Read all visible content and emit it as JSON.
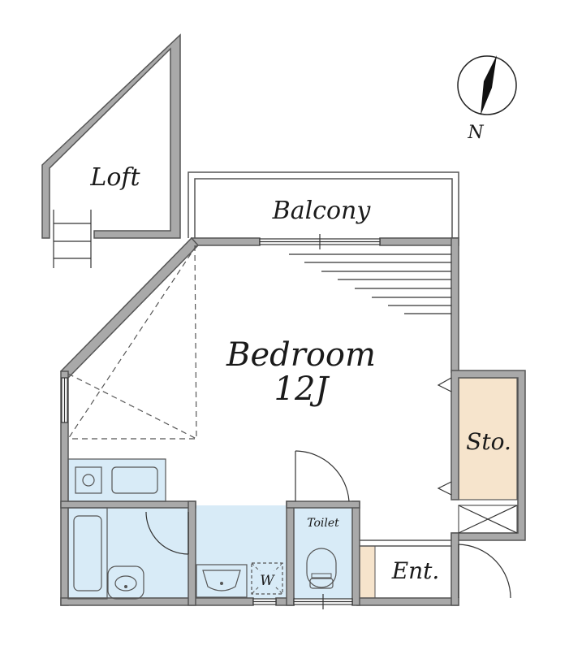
{
  "rooms": {
    "loft": "Loft",
    "balcony": "Balcony",
    "bedroom": "Bedroom",
    "bedroom_size": "12J",
    "storage": "Sto.",
    "toilet": "Toilet",
    "entrance": "Ent.",
    "washer": "W"
  },
  "compass": {
    "label": "N"
  },
  "colors": {
    "wet_area": "#d8ebf7",
    "storage": "#f6e4cc",
    "wall": "#a9a9a9",
    "line": "#333333"
  }
}
